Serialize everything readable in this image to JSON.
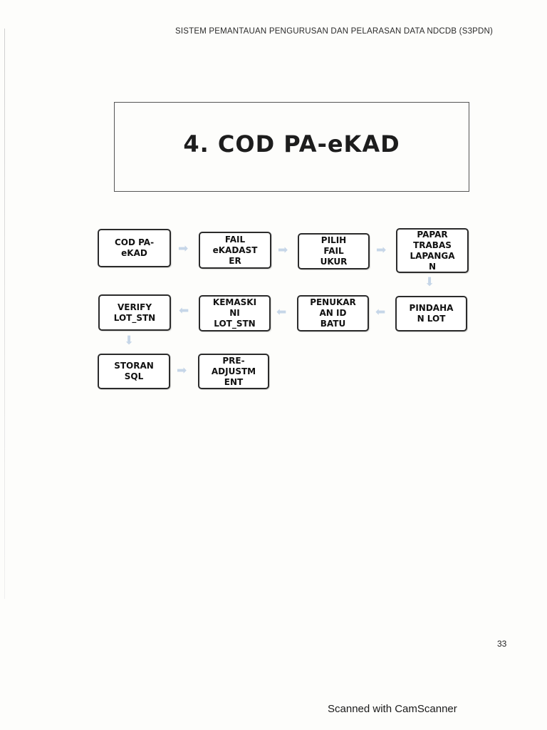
{
  "header": {
    "text": "SISTEM PEMANTAUAN PENGURUSAN DAN PELARASAN DATA NDCDB (S3PDN)"
  },
  "title": {
    "text": "4. COD PA-eKAD"
  },
  "flow": {
    "nodes": [
      {
        "id": "cod-pa-ekad",
        "label": "COD PA-\neKAD"
      },
      {
        "id": "fail-ekadaster",
        "label": "FAIL\neKADAST\nER"
      },
      {
        "id": "pilih-fail-ukur",
        "label": "PILIH\nFAIL\nUKUR"
      },
      {
        "id": "papar-trabas-lapangan",
        "label": "PAPAR\nTRABAS\nLAPANGA\nN"
      },
      {
        "id": "pindahan-lot",
        "label": "PINDAHA\nN LOT"
      },
      {
        "id": "penukaran-id-batu",
        "label": "PENUKAR\nAN ID\nBATU"
      },
      {
        "id": "kemaskini-lot-stn",
        "label": "KEMASKI\nNI\nLOT_STN"
      },
      {
        "id": "verify-lot-stn",
        "label": "VERIFY\nLOT_STN"
      },
      {
        "id": "storan-sql",
        "label": "STORAN\nSQL"
      },
      {
        "id": "pre-adjustment",
        "label": "PRE-\nADJUSTM\nENT"
      }
    ],
    "arrows": [
      {
        "name": "arrow-right-icon"
      },
      {
        "name": "arrow-right-icon"
      },
      {
        "name": "arrow-right-icon"
      },
      {
        "name": "arrow-down-icon"
      },
      {
        "name": "arrow-left-icon"
      },
      {
        "name": "arrow-left-icon"
      },
      {
        "name": "arrow-left-icon"
      },
      {
        "name": "arrow-down-icon"
      },
      {
        "name": "arrow-right-icon"
      }
    ],
    "arrow_color": "#c6d6e8"
  },
  "page_number": "33",
  "watermark": "Scanned with CamScanner"
}
